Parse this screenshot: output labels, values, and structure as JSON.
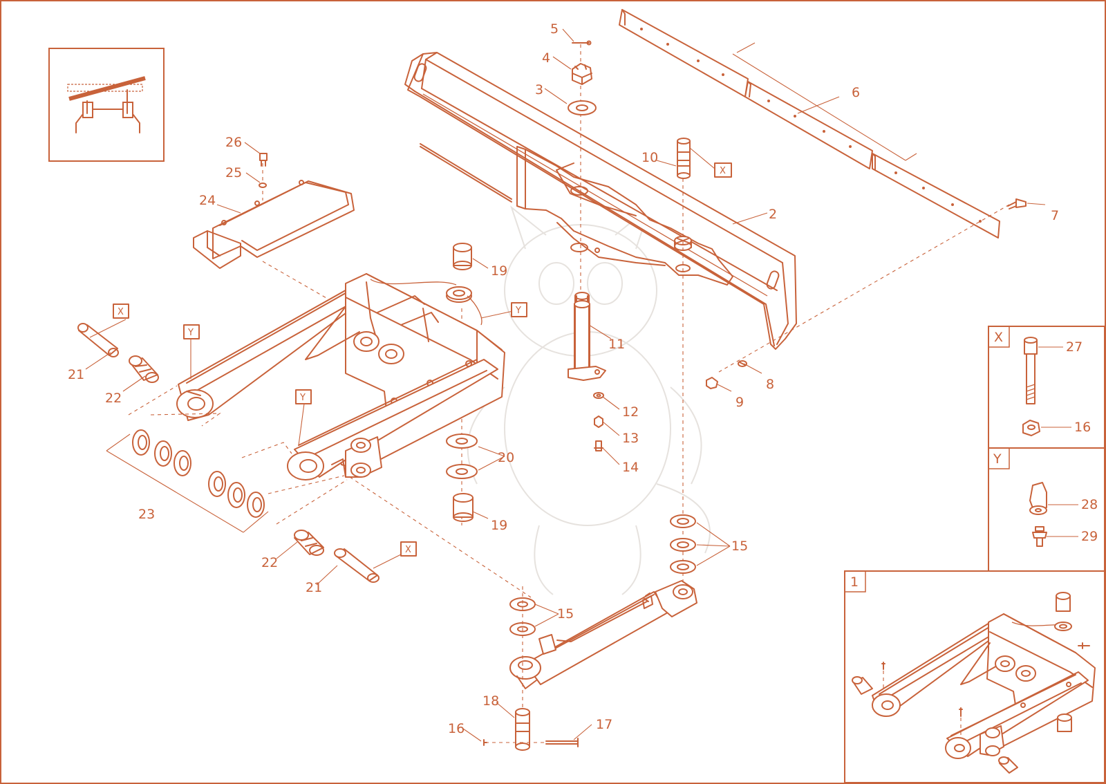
{
  "colors": {
    "line": "#c8623a",
    "background": "#ffffff",
    "watermark": "#e6e2de"
  },
  "callouts": [
    {
      "id": "c2",
      "label": "2"
    },
    {
      "id": "c3",
      "label": "3"
    },
    {
      "id": "c4",
      "label": "4"
    },
    {
      "id": "c5",
      "label": "5"
    },
    {
      "id": "c6",
      "label": "6"
    },
    {
      "id": "c7",
      "label": "7"
    },
    {
      "id": "c8",
      "label": "8"
    },
    {
      "id": "c9",
      "label": "9"
    },
    {
      "id": "c10",
      "label": "10"
    },
    {
      "id": "c11",
      "label": "11"
    },
    {
      "id": "c12",
      "label": "12"
    },
    {
      "id": "c13",
      "label": "13"
    },
    {
      "id": "c14",
      "label": "14"
    },
    {
      "id": "c15a",
      "label": "15"
    },
    {
      "id": "c15b",
      "label": "15"
    },
    {
      "id": "c16a",
      "label": "16"
    },
    {
      "id": "c17",
      "label": "17"
    },
    {
      "id": "c18",
      "label": "18"
    },
    {
      "id": "c19a",
      "label": "19"
    },
    {
      "id": "c19b",
      "label": "19"
    },
    {
      "id": "c20",
      "label": "20"
    },
    {
      "id": "c21a",
      "label": "21"
    },
    {
      "id": "c21b",
      "label": "21"
    },
    {
      "id": "c22a",
      "label": "22"
    },
    {
      "id": "c22b",
      "label": "22"
    },
    {
      "id": "c23",
      "label": "23"
    },
    {
      "id": "c24",
      "label": "24"
    },
    {
      "id": "c25",
      "label": "25"
    },
    {
      "id": "c26",
      "label": "26"
    }
  ],
  "reference_boxes": [
    {
      "id": "rx1",
      "label": "X"
    },
    {
      "id": "rx2",
      "label": "X"
    },
    {
      "id": "rx3",
      "label": "X"
    },
    {
      "id": "ry1",
      "label": "Y"
    },
    {
      "id": "ry2",
      "label": "Y"
    },
    {
      "id": "ry3",
      "label": "Y"
    }
  ],
  "detail_panels": [
    {
      "id": "panel-x",
      "label": "X",
      "items": [
        "27",
        "16"
      ]
    },
    {
      "id": "panel-y",
      "label": "Y",
      "items": [
        "28",
        "29"
      ]
    },
    {
      "id": "panel-1",
      "label": "1",
      "items": []
    }
  ],
  "icons": [
    "machine-thumbnail-icon",
    "dragon-watermark-icon"
  ]
}
